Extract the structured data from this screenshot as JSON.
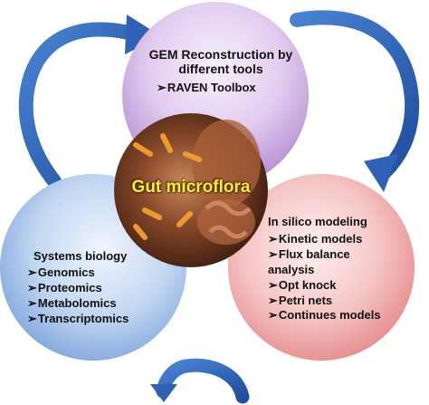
{
  "center": {
    "label": "Gut microflora"
  },
  "top_circle": {
    "title_line1": "GEM Reconstruction by",
    "title_line2": "different tools",
    "items": [
      "RAVEN Toolbox"
    ]
  },
  "left_circle": {
    "title": "Systems biology",
    "items": [
      "Genomics",
      "Proteomics",
      "Metabolomics",
      "Transcriptomics"
    ]
  },
  "right_circle": {
    "title": "In silico modeling",
    "items": [
      "Kinetic models",
      "Flux balance",
      "Opt knock",
      "Petri nets",
      "Continues models"
    ],
    "flux_continuation": "analysis"
  },
  "bullet_symbol": "➢",
  "colors": {
    "top_circle": "#c9a6e0",
    "left_circle": "#8fb4e6",
    "right_circle": "#f09a9a",
    "arrows": "#2f62b4",
    "center_label": "#ffee33"
  }
}
